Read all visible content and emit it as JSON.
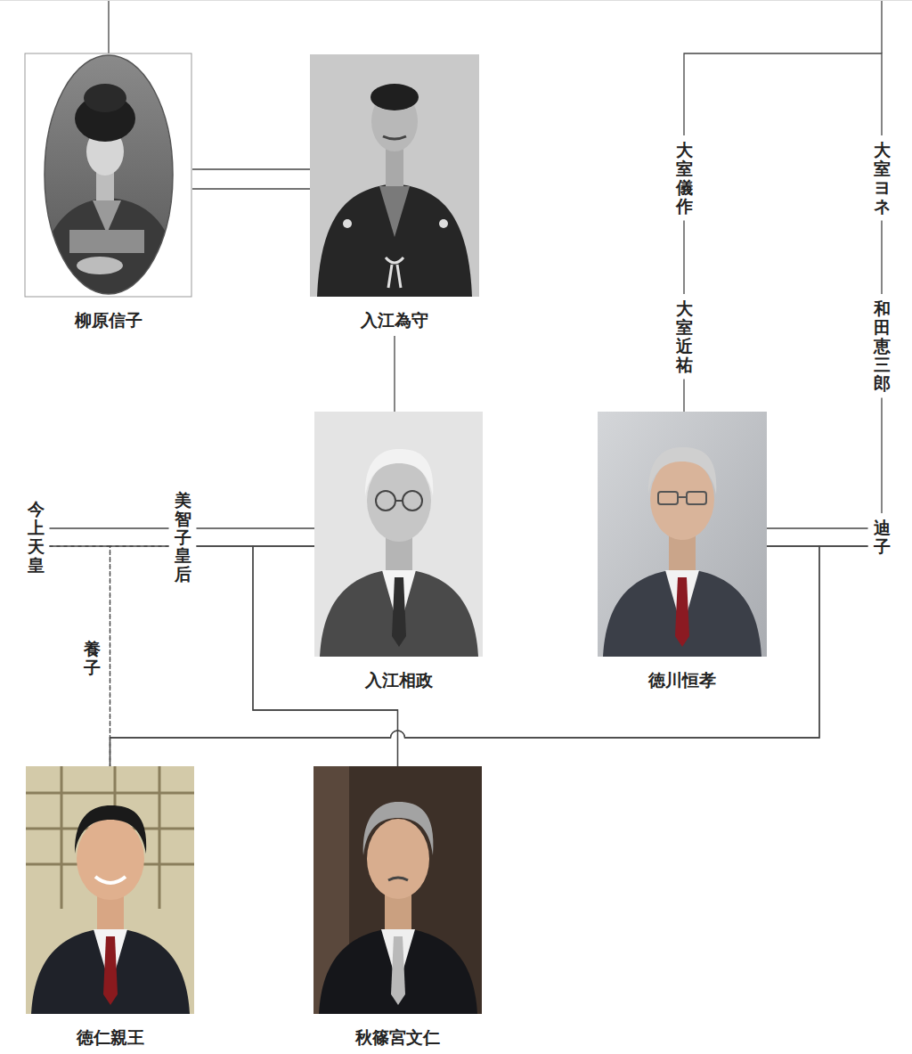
{
  "diagram": {
    "nodes": [
      {
        "text": [
          "柳原信子"
        ]
      },
      {
        "text": [
          "入江為守"
        ]
      },
      {
        "text": [
          "大室儀作"
        ]
      },
      {
        "text": [
          "大室ヨネ"
        ]
      },
      {
        "text": [
          "大室近祐"
        ]
      },
      {
        "text": [
          "和田恵三郎"
        ]
      },
      {
        "text": [
          "今上天皇"
        ]
      },
      {
        "text": [
          "美智子皇后"
        ]
      },
      {
        "text": [
          "入江相政"
        ]
      },
      {
        "text": [
          "徳川恒孝"
        ]
      },
      {
        "text": [
          "迪子"
        ]
      },
      {
        "text": [
          "徳仁親王"
        ]
      },
      {
        "text": [
          "秋篠宮文仁"
        ]
      }
    ],
    "edges": [
      {
        "from": 0,
        "to": 1,
        "arrow": "none"
      },
      {
        "from": 1,
        "to": 8,
        "arrow": "none"
      },
      {
        "from": 2,
        "to": 3,
        "arrow": "none"
      },
      {
        "from": 2,
        "to": 4,
        "arrow": "none"
      },
      {
        "from": 4,
        "to": 9,
        "arrow": "none"
      },
      {
        "from": 3,
        "to": 5,
        "arrow": "none"
      },
      {
        "from": 5,
        "to": 10,
        "arrow": "none"
      },
      {
        "from": 6,
        "to": 7,
        "arrow": "none"
      },
      {
        "from": 7,
        "to": 8,
        "arrow": "none"
      },
      {
        "from": 9,
        "to": 10,
        "arrow": "none"
      },
      {
        "from": 7,
        "to": 12,
        "arrow": "none"
      },
      {
        "from": 8,
        "to": 12,
        "arrow": "none"
      },
      {
        "from": 9,
        "to": 11,
        "arrow": "none"
      },
      {
        "from": 10,
        "to": 11,
        "arrow": "none"
      },
      {
        "from": 6,
        "to": 11,
        "label": "養子",
        "arrow": "none"
      },
      {
        "from": 7,
        "to": 11,
        "arrow": "none"
      }
    ]
  }
}
